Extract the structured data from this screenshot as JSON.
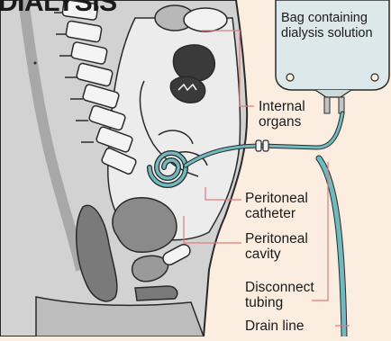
{
  "title": "DIALYSIS",
  "labels": {
    "bag_line1": "Bag containing",
    "bag_line2": "dialysis solution",
    "internal_line1": "Internal",
    "internal_line2": "organs",
    "catheter_line1": "Peritoneal",
    "catheter_line2": "catheter",
    "cavity_line1": "Peritoneal",
    "cavity_line2": "cavity",
    "disconnect_line1": "Disconnect",
    "disconnect_line2": "tubing",
    "drain": "Drain line"
  },
  "colors": {
    "background": "#fbeee1",
    "leader": "#e07b7b",
    "tubing": "#6fb9bf",
    "bag": "#dde8ea",
    "body": "#c9c9c9",
    "organs": "#e6e6e6",
    "outline": "#2a2a2a"
  }
}
